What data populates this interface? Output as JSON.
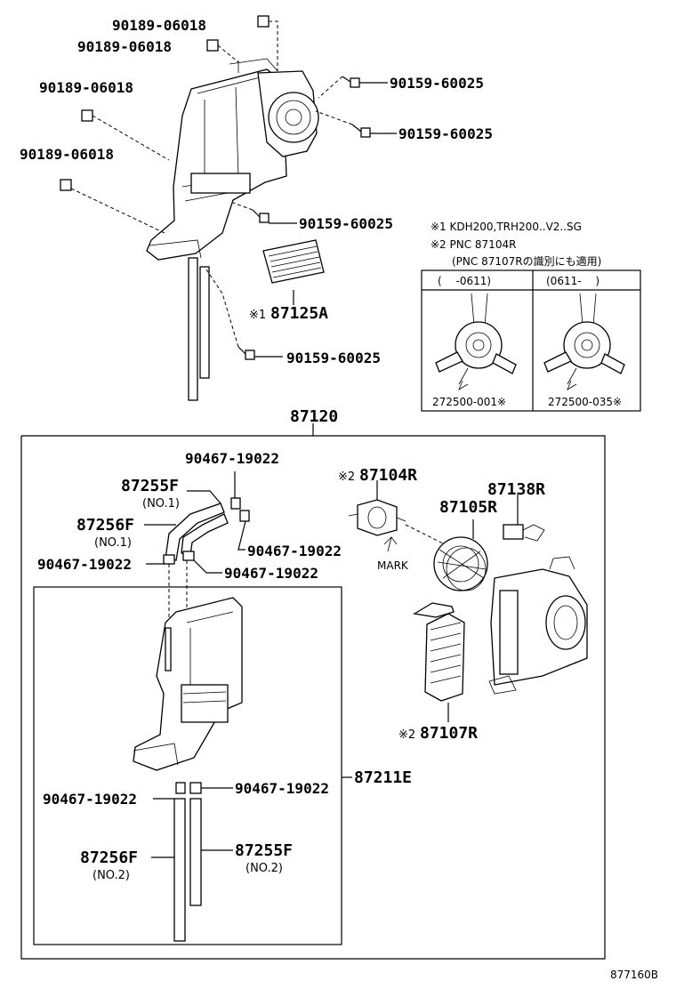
{
  "labels": {
    "nut_1": "90189-06018",
    "nut_2": "90189-06018",
    "nut_3": "90189-06018",
    "nut_4": "90189-06018",
    "screw_1": "90159-60025",
    "screw_2": "90159-60025",
    "screw_3": "90159-60025",
    "screw_4": "90159-60025",
    "register": "87125A",
    "register_mark": "※1",
    "assembly": "87120",
    "clip_top": "90467-19022",
    "hose_f1": "87255F",
    "hose_f1_no": "(NO.1)",
    "hose_e1": "87256F",
    "hose_e1_no": "(NO.1)",
    "clip_right1": "90467-19022",
    "clip_left1": "90467-19022",
    "clip_right2": "90467-19022",
    "motor": "87104R",
    "motor_mark": "※2",
    "mark_text": "MARK",
    "fan": "87105R",
    "resistor": "87138R",
    "core": "87107R",
    "core_mark": "※2",
    "unit": "87211E",
    "clip_bl": "90467-19022",
    "clip_br": "90467-19022",
    "hose_e2": "87256F",
    "hose_e2_no": "(NO.2)",
    "hose_f2": "87255F",
    "hose_f2_no": "(NO.2)",
    "figure_code": "877160B"
  },
  "notes": {
    "note1": "※1 KDH200,TRH200..V2..SG",
    "note2": "※2 PNC 87104R",
    "note3": "(PNC 87107Rの識別にも適用)"
  },
  "inset": {
    "col1_header": "(　 -0611)",
    "col2_header": "(0611-　 )",
    "col1_code": "272500-001※",
    "col2_code": "272500-035※"
  }
}
